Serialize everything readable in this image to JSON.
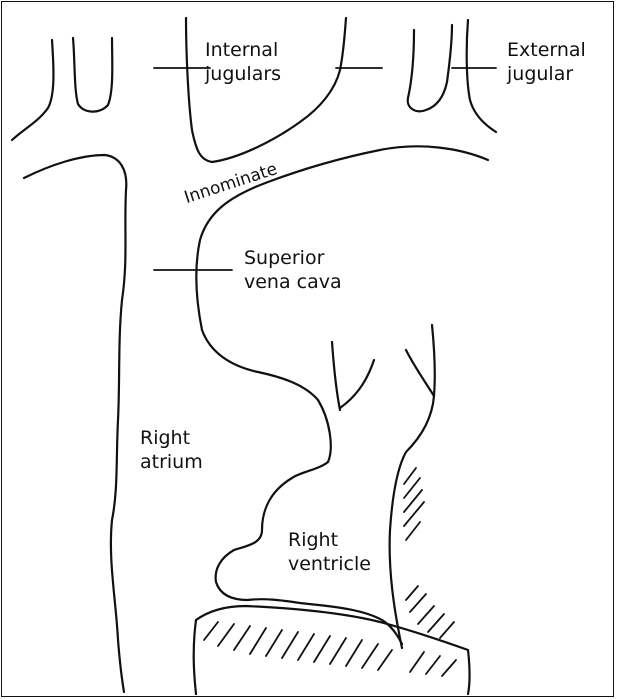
{
  "labels": {
    "internal_jugulars": [
      "Internal",
      "jugulars"
    ],
    "external_jugular": [
      "External",
      "jugular"
    ],
    "innominate": "Innominate",
    "superior_vena_cava": [
      "Superior",
      "vena cava"
    ],
    "right_atrium": [
      "Right",
      "atrium"
    ],
    "right_ventricle": [
      "Right",
      "ventricle"
    ]
  },
  "colors": {
    "ink": "#111111",
    "background": "#ffffff"
  }
}
